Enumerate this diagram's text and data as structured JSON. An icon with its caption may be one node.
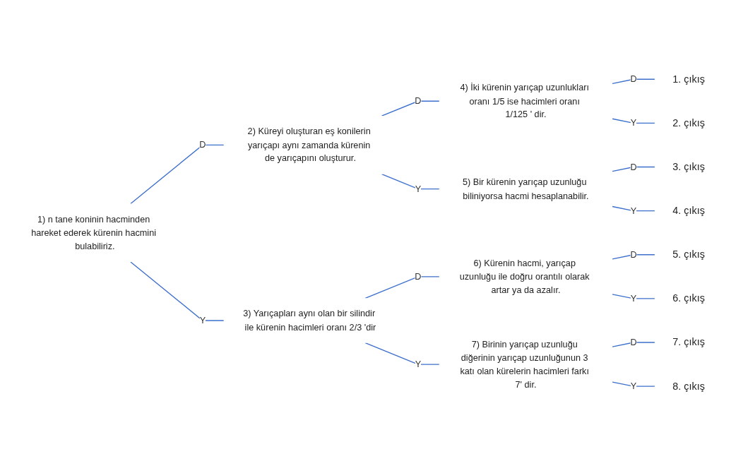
{
  "diagram": {
    "nodes": [
      {
        "text": [
          "1) n tane koninin hacminden hareket ederek kürenin hacmini bulabiliriz."
        ]
      },
      {
        "text": [
          "2) Küreyi oluşturan eş konilerin yarıçapı aynı zamanda kürenin de yarıçapını oluşturur."
        ]
      },
      {
        "text": [
          "3) Yarıçapları aynı olan bir silindir ile kürenin hacimleri oranı 2/3 'dir"
        ]
      },
      {
        "text": [
          "4) İki kürenin yarıçap uzunlukları oranı 1/5 ise hacimleri oranı 1/125 ' dir."
        ]
      },
      {
        "text": [
          "5) Bir kürenin yarıçap uzunluğu biliniyorsa hacmi hesaplanabilir."
        ]
      },
      {
        "text": [
          "6) Kürenin hacmi, yarıçap uzunluğu ile doğru orantılı olarak artar ya da azalır."
        ]
      },
      {
        "text": [
          "7) Birinin yarıçap uzunluğu diğerinin yarıçap uzunluğunun 3 katı olan kürelerin hacimleri farkı 7' dir."
        ]
      },
      {
        "text": [
          "1. çıkış"
        ]
      },
      {
        "text": [
          "2. çıkış"
        ]
      },
      {
        "text": [
          "3. çıkış"
        ]
      },
      {
        "text": [
          "4. çıkış"
        ]
      },
      {
        "text": [
          "5. çıkış"
        ]
      },
      {
        "text": [
          "6. çıkış"
        ]
      },
      {
        "text": [
          "7. çıkış"
        ]
      },
      {
        "text": [
          "8. çıkış"
        ]
      }
    ],
    "edges": [
      {
        "from": 0,
        "to": 1,
        "arrow": "none",
        "label": "D"
      },
      {
        "from": 0,
        "to": 2,
        "arrow": "none",
        "label": "Y"
      },
      {
        "from": 1,
        "to": 3,
        "arrow": "none",
        "label": "D"
      },
      {
        "from": 1,
        "to": 4,
        "arrow": "none",
        "label": "Y"
      },
      {
        "from": 3,
        "to": 7,
        "arrow": "none",
        "label": "D"
      },
      {
        "from": 3,
        "to": 8,
        "arrow": "none",
        "label": "Y"
      },
      {
        "from": 4,
        "to": 9,
        "arrow": "none",
        "label": "D"
      },
      {
        "from": 4,
        "to": 10,
        "arrow": "none",
        "label": "Y"
      },
      {
        "from": 2,
        "to": 5,
        "arrow": "none",
        "label": "D"
      },
      {
        "from": 2,
        "to": 6,
        "arrow": "none",
        "label": "Y"
      },
      {
        "from": 5,
        "to": 11,
        "arrow": "none",
        "label": "D"
      },
      {
        "from": 5,
        "to": 12,
        "arrow": "none",
        "label": "Y"
      },
      {
        "from": 6,
        "to": 13,
        "arrow": "none",
        "label": "D"
      },
      {
        "from": 6,
        "to": 14,
        "arrow": "none",
        "label": "Y"
      }
    ]
  }
}
